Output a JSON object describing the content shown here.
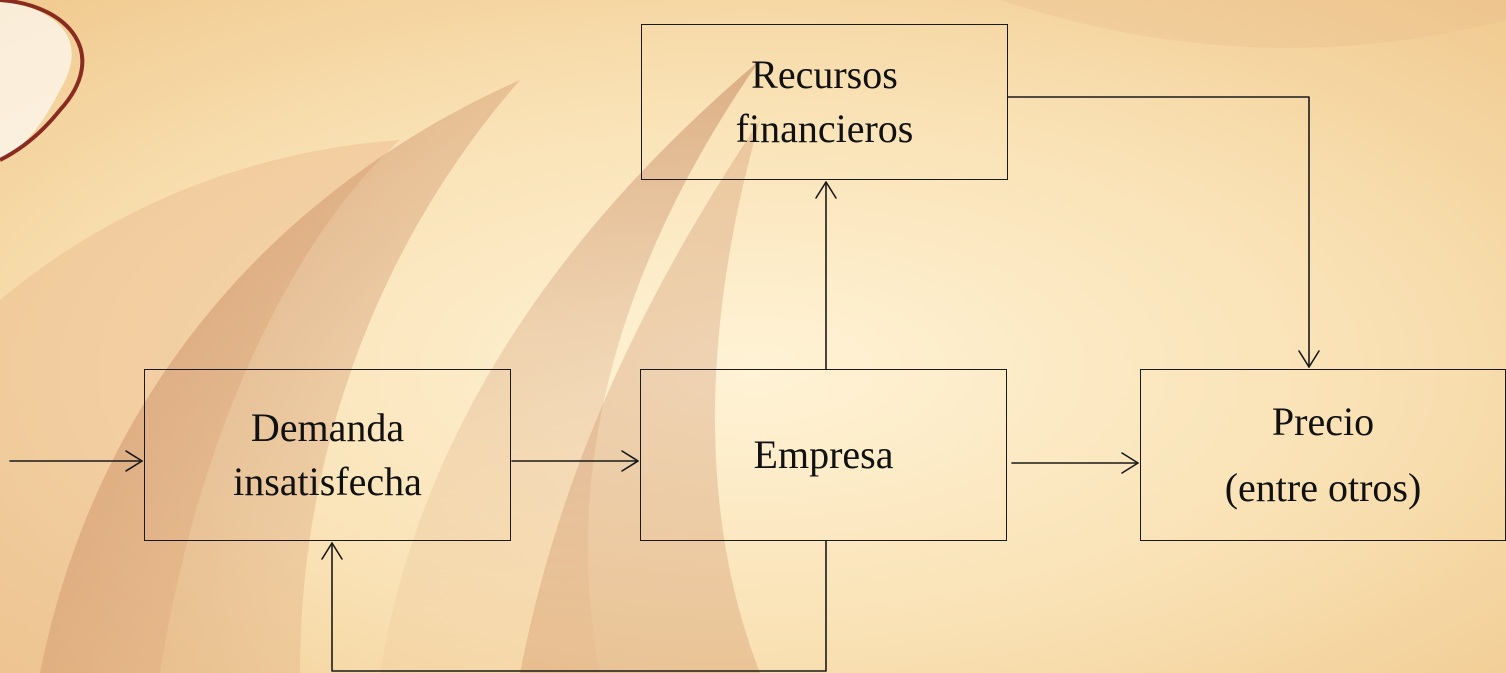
{
  "diagram": {
    "nodes": [
      {
        "id": "recursos",
        "lines": [
          "Recursos",
          "financieros"
        ]
      },
      {
        "id": "demanda",
        "lines": [
          "Demanda",
          "insatisfecha"
        ]
      },
      {
        "id": "empresa",
        "lines": [
          "Empresa"
        ]
      },
      {
        "id": "precio",
        "lines": [
          "Precio",
          "(entre otros)"
        ]
      }
    ],
    "edges": [
      {
        "from": "external-input",
        "to": "demanda"
      },
      {
        "from": "demanda",
        "to": "empresa"
      },
      {
        "from": "empresa",
        "to": "precio"
      },
      {
        "from": "empresa",
        "to": "recursos"
      },
      {
        "from": "recursos",
        "to": "precio"
      },
      {
        "from": "empresa",
        "to": "demanda"
      }
    ]
  },
  "colors": {
    "background": "#f7d9a6",
    "swoosh_dark": "#9e4a2c",
    "swoosh_light": "#d9a277",
    "box_border": "#1a1a1a",
    "text": "#111111"
  }
}
